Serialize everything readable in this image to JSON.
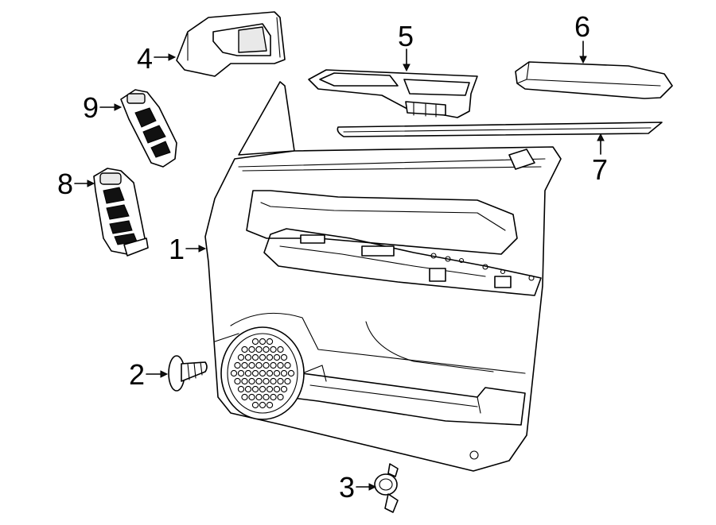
{
  "diagram": {
    "callouts": [
      {
        "id": "1",
        "label": "1"
      },
      {
        "id": "2",
        "label": "2"
      },
      {
        "id": "3",
        "label": "3"
      },
      {
        "id": "4",
        "label": "4"
      },
      {
        "id": "5",
        "label": "5"
      },
      {
        "id": "6",
        "label": "6"
      },
      {
        "id": "7",
        "label": "7"
      },
      {
        "id": "8",
        "label": "8"
      },
      {
        "id": "9",
        "label": "9"
      }
    ],
    "colors": {
      "line": "#000000",
      "background": "#ffffff",
      "shade": "#e9e9e9"
    }
  }
}
